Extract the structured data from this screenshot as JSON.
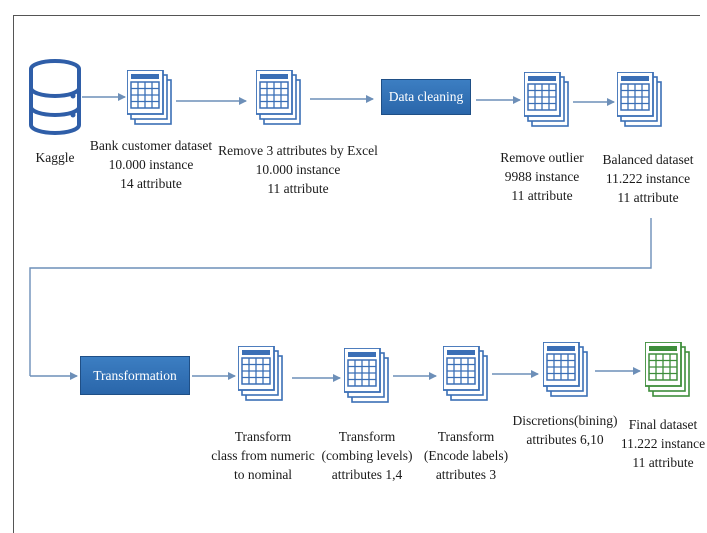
{
  "colors": {
    "accent": "#2b6cb0",
    "icon_blue": "#3b6fb6",
    "icon_green": "#3e8e3b",
    "connector": "#6d8fb8"
  },
  "source": {
    "label": "Kaggle",
    "icon": "database-icon"
  },
  "top_row": [
    {
      "id": "bank",
      "icon": "spreadsheet-icon",
      "lines": [
        "Bank customer dataset",
        "10.000 instance",
        "14 attribute"
      ]
    },
    {
      "id": "remove3",
      "icon": "spreadsheet-icon",
      "lines": [
        "Remove 3 attributes by Excel",
        "10.000 instance",
        "11 attribute"
      ]
    },
    {
      "id": "outlier",
      "icon": "spreadsheet-icon",
      "lines": [
        "Remove outlier",
        "9988 instance",
        "11 attribute"
      ]
    },
    {
      "id": "balanced",
      "icon": "spreadsheet-icon",
      "lines": [
        "Balanced dataset",
        "11.222 instance",
        "11 attribute"
      ]
    }
  ],
  "process_boxes": {
    "data_cleaning": "Data cleaning",
    "transformation": "Transformation"
  },
  "bottom_row": [
    {
      "id": "t1",
      "icon": "spreadsheet-icon",
      "lines": [
        "Transform",
        "class from numeric",
        "to nominal"
      ]
    },
    {
      "id": "t2",
      "icon": "spreadsheet-icon",
      "lines": [
        "Transform",
        "(combing levels)",
        "attributes 1,4"
      ]
    },
    {
      "id": "t3",
      "icon": "spreadsheet-icon",
      "lines": [
        "Transform",
        "(Encode labels)",
        "attributes 3"
      ]
    },
    {
      "id": "t4",
      "icon": "spreadsheet-icon",
      "lines": [
        "Discretions(bining)",
        "attributes 6,10"
      ]
    },
    {
      "id": "final",
      "icon": "spreadsheet-green-icon",
      "lines": [
        "Final dataset",
        "11.222 instance",
        "11 attribute"
      ]
    }
  ]
}
